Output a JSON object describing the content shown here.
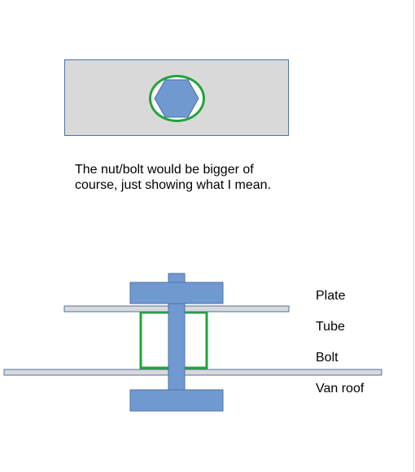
{
  "note": {
    "text": "The nut/bolt would be bigger of course, just showing what I mean."
  },
  "labels": {
    "plate": "Plate",
    "tube": "Tube",
    "bolt": "Bolt",
    "van_roof": "Van roof"
  },
  "colors": {
    "plate_fill": "#d9d9d9",
    "outline_blue": "#4f71a7",
    "bolt_blue": "#6f99d0",
    "tube_green": "#22a33a"
  }
}
